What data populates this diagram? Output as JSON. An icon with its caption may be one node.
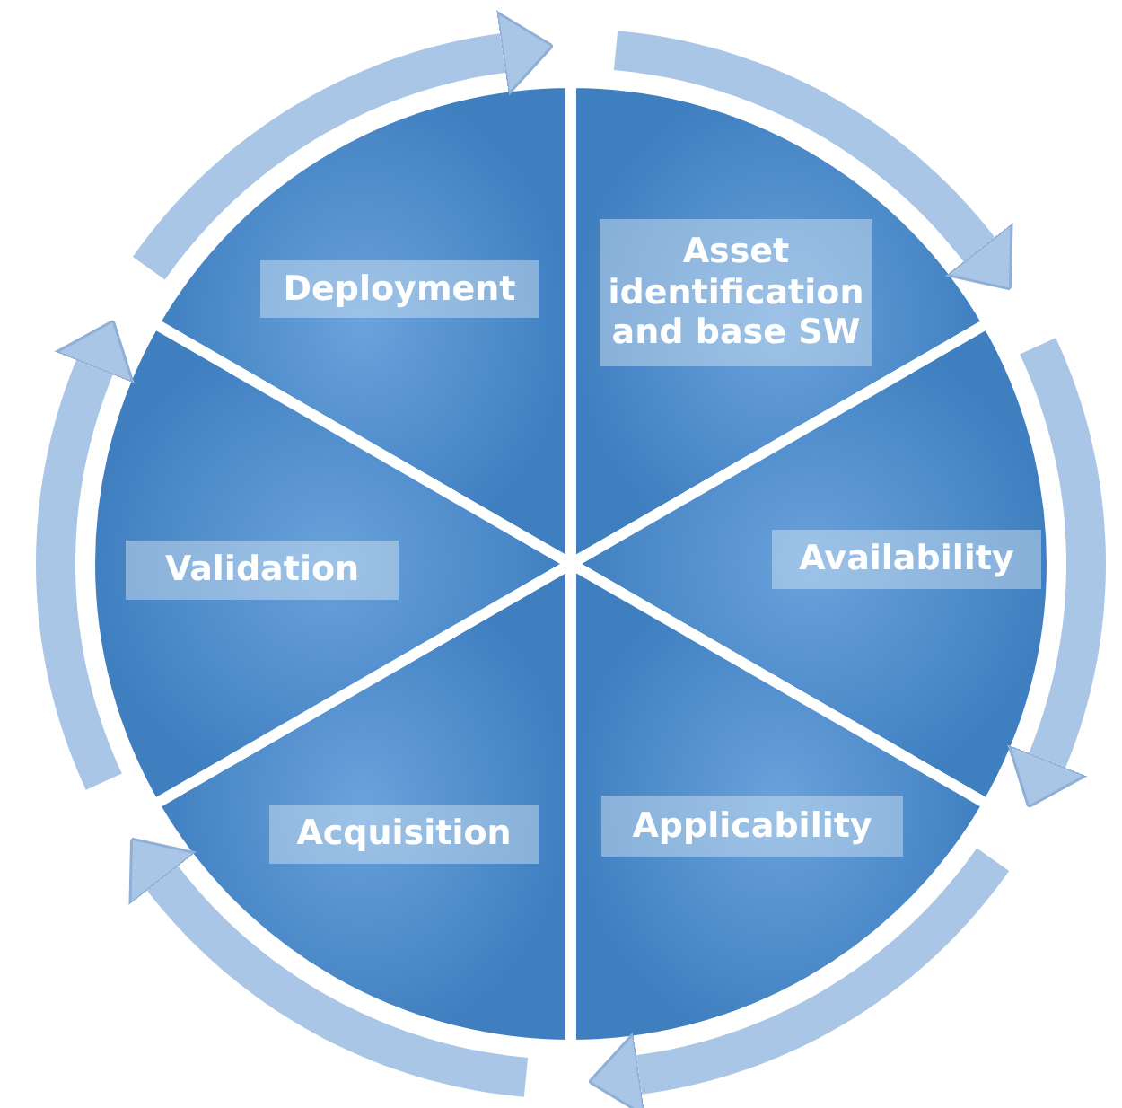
{
  "diagram": {
    "nodes": [
      {
        "text": [
          "Deployment"
        ]
      },
      {
        "text": [
          "Asset identification and base SW"
        ]
      },
      {
        "text": [
          "Availability"
        ]
      },
      {
        "text": [
          "Applicability"
        ]
      },
      {
        "text": [
          "Acquisition"
        ]
      },
      {
        "text": [
          "Validation"
        ]
      }
    ]
  }
}
